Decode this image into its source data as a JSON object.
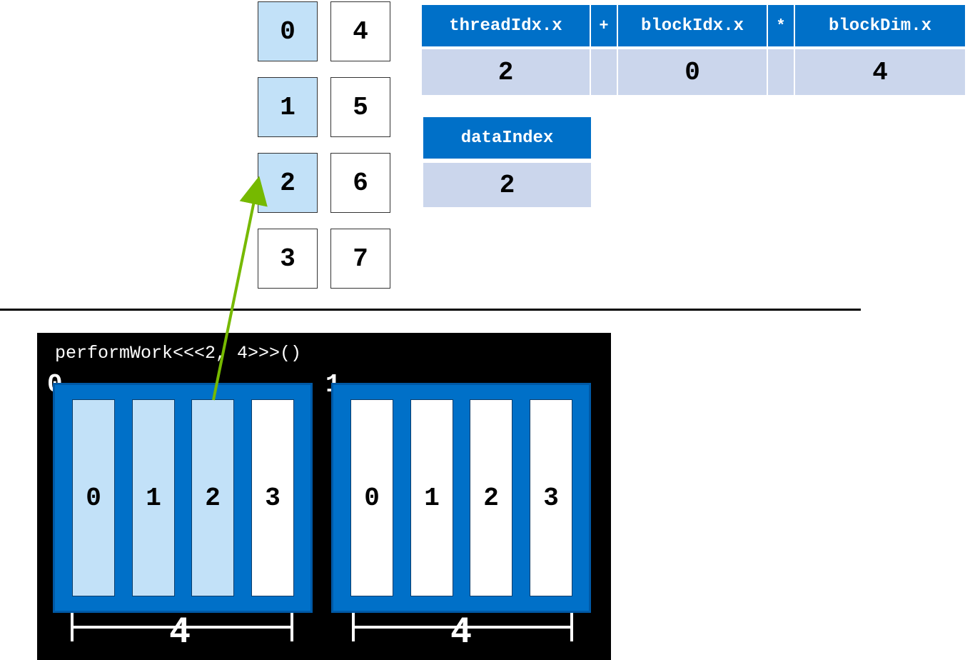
{
  "data_array": {
    "cells": [
      {
        "value": "0",
        "highlighted": true
      },
      {
        "value": "1",
        "highlighted": true
      },
      {
        "value": "2",
        "highlighted": true
      },
      {
        "value": "3",
        "highlighted": false
      },
      {
        "value": "4",
        "highlighted": false
      },
      {
        "value": "5",
        "highlighted": false
      },
      {
        "value": "6",
        "highlighted": false
      },
      {
        "value": "7",
        "highlighted": false
      }
    ]
  },
  "formula": {
    "thread_idx_header": "threadIdx.x",
    "plus_op": "+",
    "block_idx_header": "blockIdx.x",
    "times_op": "*",
    "block_dim_header": "blockDim.x",
    "thread_idx_value": "2",
    "block_idx_value": "0",
    "block_dim_value": "4"
  },
  "data_index": {
    "header": "dataIndex",
    "value": "2"
  },
  "launch": {
    "code": "performWork<<<2, 4>>>()"
  },
  "blocks": [
    {
      "index": "0",
      "threads": [
        {
          "label": "0",
          "highlighted": true
        },
        {
          "label": "1",
          "highlighted": true
        },
        {
          "label": "2",
          "highlighted": true
        },
        {
          "label": "3",
          "highlighted": false
        }
      ],
      "dim_label": "4"
    },
    {
      "index": "1",
      "threads": [
        {
          "label": "0",
          "highlighted": false
        },
        {
          "label": "1",
          "highlighted": false
        },
        {
          "label": "2",
          "highlighted": false
        },
        {
          "label": "3",
          "highlighted": false
        }
      ],
      "dim_label": "4"
    }
  ],
  "colors": {
    "block_blue": "#0070c8",
    "highlight": "#c2e1f8",
    "value_row": "#cbd6ec",
    "arrow": "#76b900"
  }
}
